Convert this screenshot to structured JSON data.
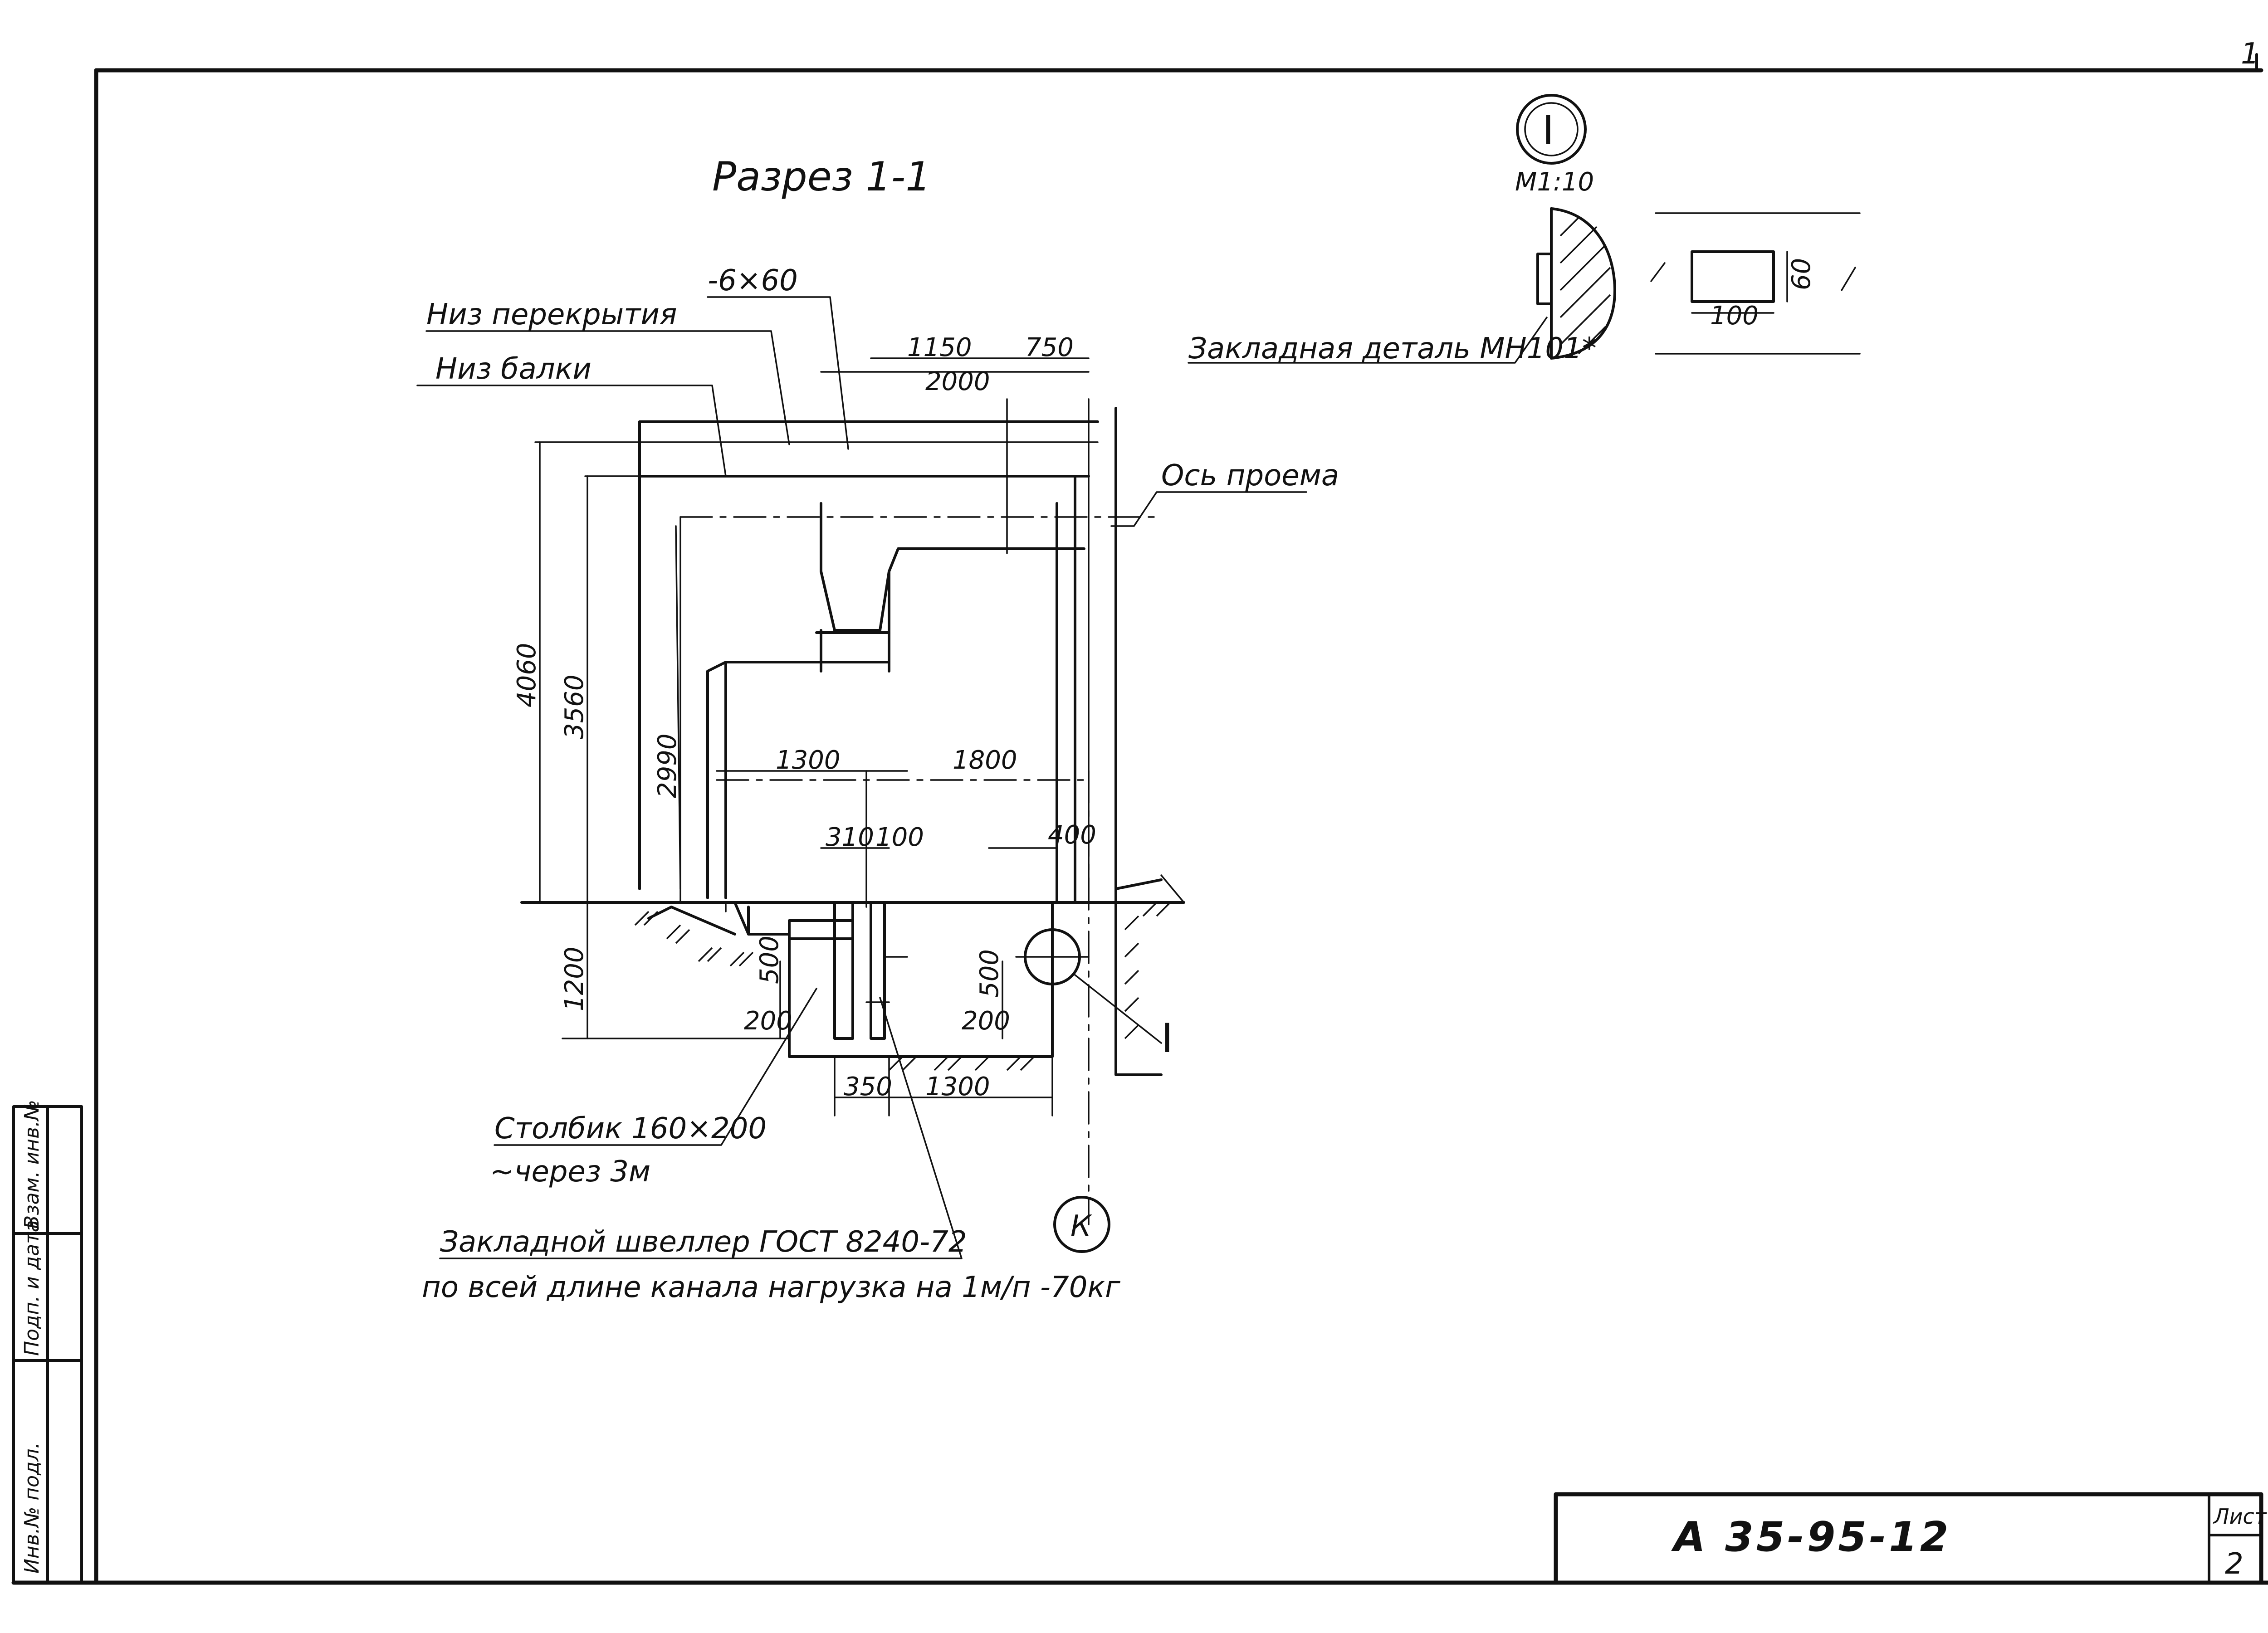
{
  "section_title": "Разрез 1-1",
  "detail": {
    "marker": "I",
    "scale": "М1:10",
    "label": "Закладная деталь МН101*",
    "dims": [
      "100",
      "60"
    ]
  },
  "labels": {
    "bottom_of_slab": "Низ перекрытия",
    "bottom_of_beam": "Низ балки",
    "plate": "-6×60",
    "opening_axis": "Ось проема",
    "post": "Столбик 160×200",
    "post_spacing": "~через 3м",
    "channel_line1": "Закладной швеллер ГОСТ 8240-72",
    "channel_line2": "по всей длине канала нагрузка на 1м/п -70кг",
    "section_mark": "I",
    "axis_mark": "К"
  },
  "dimensions": {
    "top_1150": "1150",
    "top_750": "750",
    "top_2000": "2000",
    "h_4060": "4060",
    "h_3560": "3560",
    "h_2990": "2990",
    "w_1300": "1300",
    "w_1800": "1800",
    "w_310": "310",
    "w_100": "100",
    "w_400": "400",
    "h_1200": "1200",
    "h_500_left": "500",
    "h_500_right": "500",
    "h_200_left": "200",
    "h_200_right": "200",
    "w_350": "350",
    "w_1300_bottom": "1300"
  },
  "title_block": {
    "code": "А 35-95-12",
    "sheet_label": "Лист",
    "sheet_number": "2"
  },
  "side_stamp": [
    "Инв.№ подл.",
    "Подп. и дата",
    "Взам. инв.№"
  ],
  "corner_mark": "1"
}
